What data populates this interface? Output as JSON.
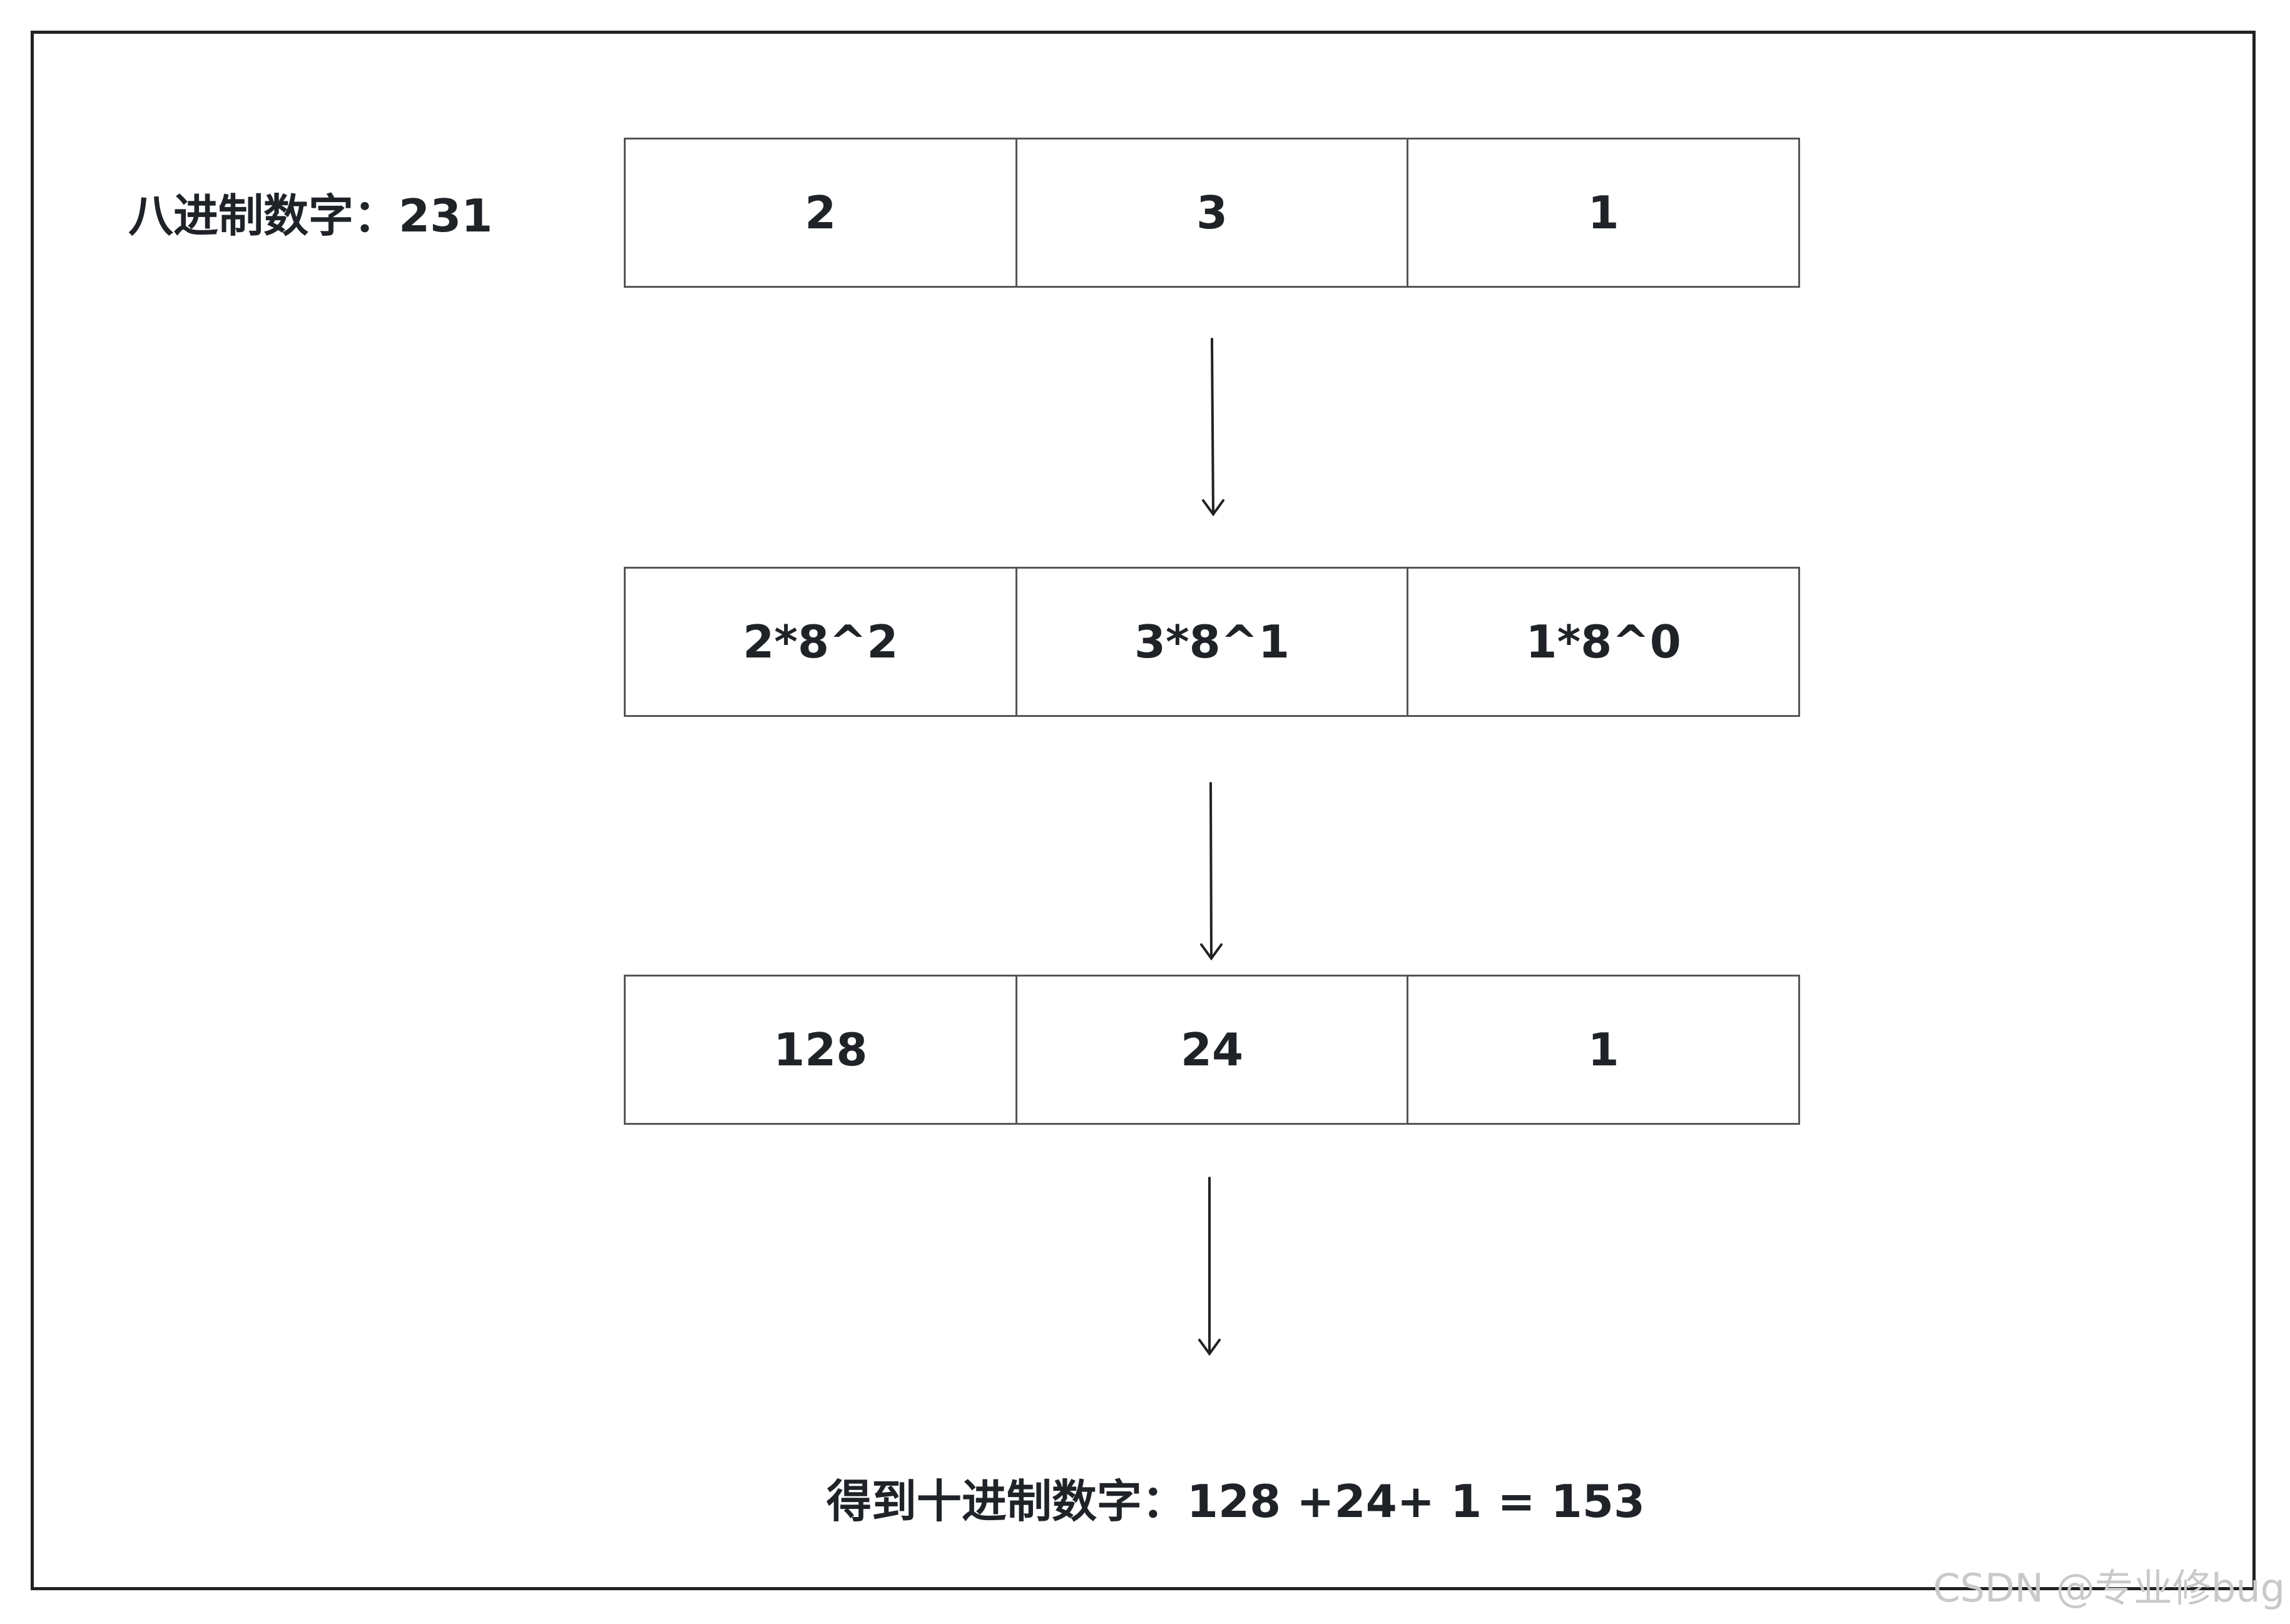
{
  "title": "八进制数字：231",
  "rows": [
    [
      "2",
      "3",
      "1"
    ],
    [
      "2*8^2",
      "3*8^1",
      "1*8^0"
    ],
    [
      "128",
      "24",
      "1"
    ]
  ],
  "result": "得到十进制数字：128 +24+ 1 =  153",
  "watermark": "CSDN @专业修bug"
}
